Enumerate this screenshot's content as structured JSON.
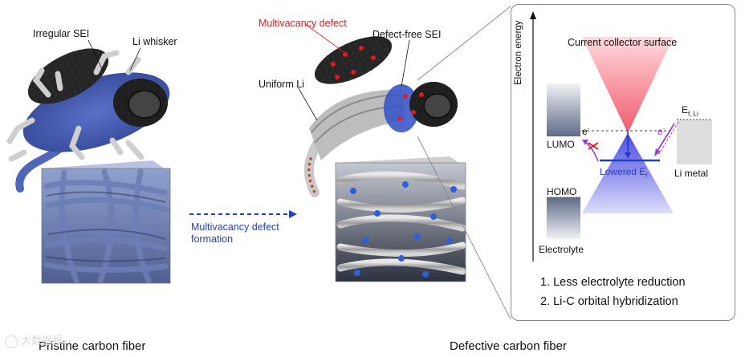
{
  "left": {
    "labels": {
      "irregular_sei": "Irregular SEI",
      "li_whisker": "Li whisker"
    },
    "caption": "Pristine carbon fiber"
  },
  "arrow": {
    "label_line1": "Multivacancy defect",
    "label_line2": "formation"
  },
  "right": {
    "labels": {
      "multivacancy_defect": "Multivacancy defect",
      "defect_free_sei": "Defect-free SEI",
      "uniform_li": "Uniform Li"
    },
    "caption": "Defective carbon fiber"
  },
  "panel": {
    "y_axis_label": "Electron energy",
    "title": "Current collector surface",
    "lumo": "LUMO",
    "homo": "HOMO",
    "electrolyte": "Electrolyte",
    "li_metal": "Li metal",
    "ef_li": "E",
    "ef_li_sub": "f, Li",
    "lowered_ef": "Lowered E",
    "lowered_ef_sub": "f",
    "electron1": "e",
    "electron2": "e",
    "electron_sup": "-",
    "notes": [
      "1. Less electrolyte reduction",
      "2. Li-C orbital hybridization"
    ]
  },
  "watermark": "大数据报",
  "colors": {
    "sei_blue": "#4e63b8",
    "defect_red": "#e01a22",
    "arrow_blue": "#1f3fc4",
    "electron_purple": "#9b3fd1"
  }
}
